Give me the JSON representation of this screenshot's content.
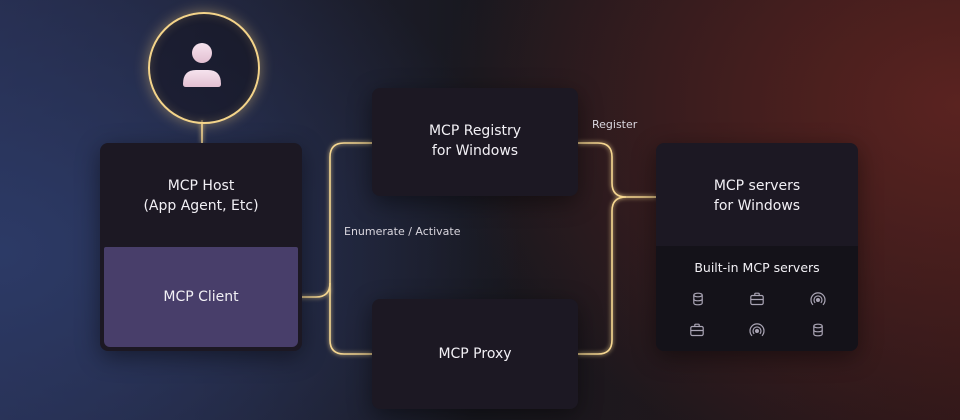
{
  "user": {
    "icon": "user-icon"
  },
  "host": {
    "line1": "MCP Host",
    "line2": "(App Agent, Etc)"
  },
  "client": {
    "label": "MCP Client"
  },
  "registry": {
    "line1": "MCP Registry",
    "line2": "for Windows"
  },
  "proxy": {
    "label": "MCP Proxy"
  },
  "servers": {
    "line1": "MCP servers",
    "line2": "for Windows",
    "builtin": "Built-in MCP servers",
    "icons": [
      "database-icon",
      "briefcase-icon",
      "broadcast-icon",
      "briefcase-icon",
      "broadcast-icon",
      "database-icon"
    ]
  },
  "edges": {
    "enumerate": "Enumerate / Activate",
    "register": "Register"
  },
  "colors": {
    "accent": "#f4d48a",
    "client_bg": "#483e6a",
    "box_bg": "#1c1823"
  }
}
